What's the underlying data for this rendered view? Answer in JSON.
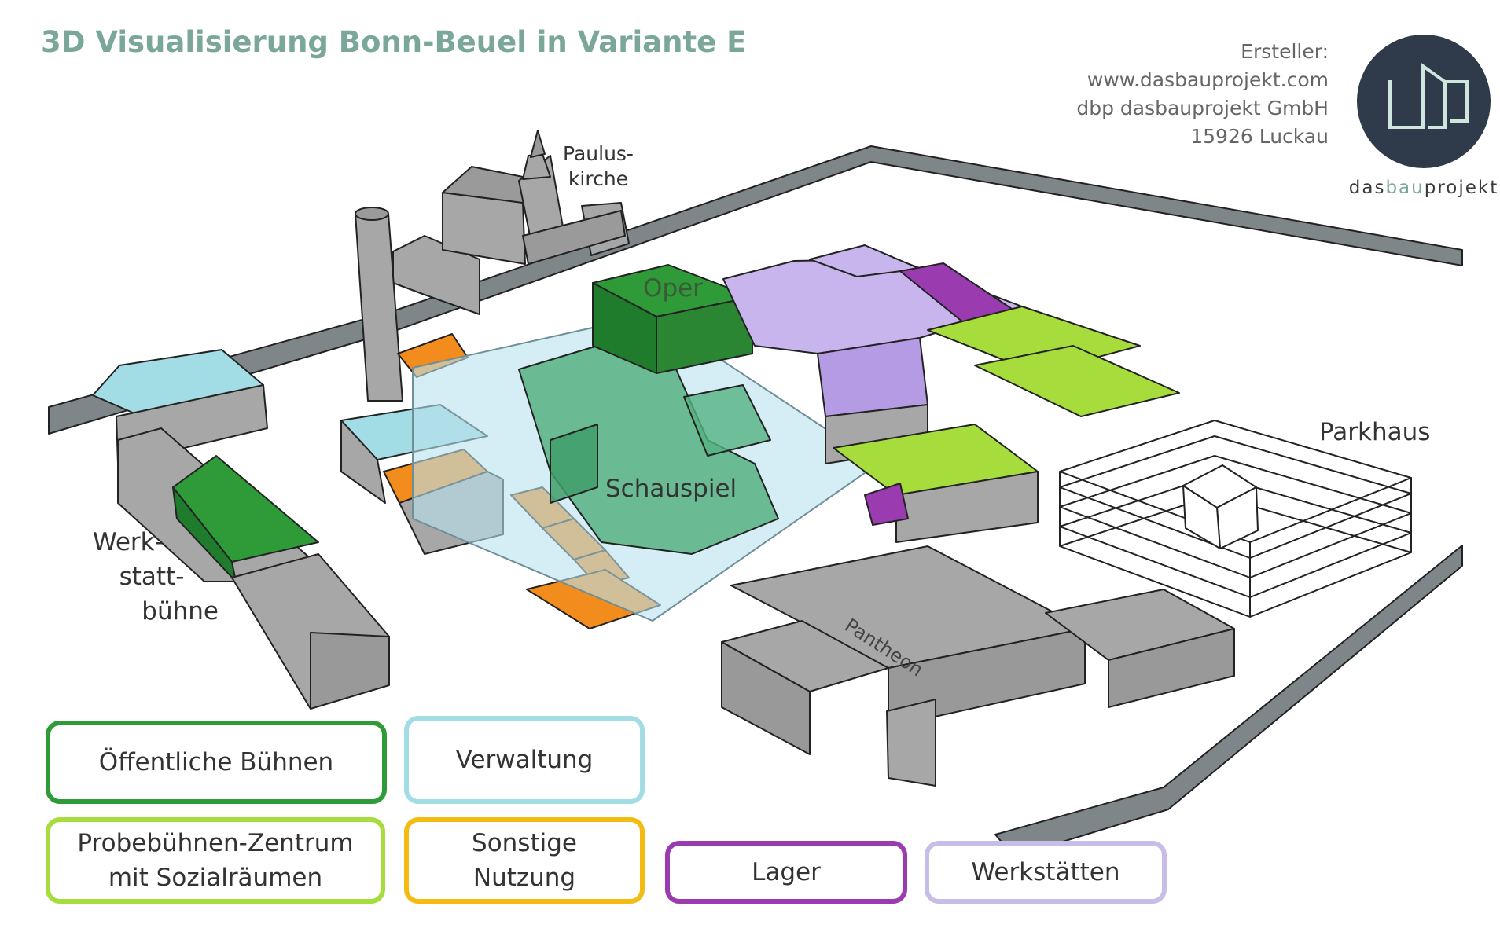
{
  "title": "3D Visualisierung Bonn-Beuel in Variante E",
  "credits": {
    "line1": "Ersteller:",
    "line2": "www.dasbauprojekt.com",
    "line3": "dbp dasbauprojekt GmbH",
    "line4": "15926 Luckau"
  },
  "logo": {
    "mark": "dbp",
    "text_a": "das",
    "text_b": "bau",
    "text_c": "projekt"
  },
  "labels": {
    "pauluskirche_1": "Paulus-",
    "pauluskirche_2": "kirche",
    "oper": "Oper",
    "schauspiel": "Schauspiel",
    "parkhaus": "Parkhaus",
    "werkstatt_1": "Werk-",
    "werkstatt_2": "statt-",
    "werkstatt_3": "bühne",
    "pantheon": "Pantheon"
  },
  "colors": {
    "oeffentliche": "#2e9a38",
    "probe": "#a6dc3c",
    "verwaltung": "#a2dde6",
    "sonstige": "#f4bc12",
    "lager": "#9a3cb0",
    "werkstaetten": "#c8bde6",
    "building": "#a7a7a7",
    "road": "#7e8689"
  },
  "legend": [
    {
      "id": "oeffentliche",
      "line1": "Öffentliche Bühnen",
      "line2": ""
    },
    {
      "id": "verwaltung",
      "line1": "Verwaltung",
      "line2": ""
    },
    {
      "id": "probe",
      "line1": "Probebühnen-Zentrum",
      "line2": "mit Sozialräumen"
    },
    {
      "id": "sonstige",
      "line1": "Sonstige",
      "line2": "Nutzung"
    },
    {
      "id": "lager",
      "line1": "Lager",
      "line2": ""
    },
    {
      "id": "werkstaetten",
      "line1": "Werkstätten",
      "line2": ""
    }
  ]
}
